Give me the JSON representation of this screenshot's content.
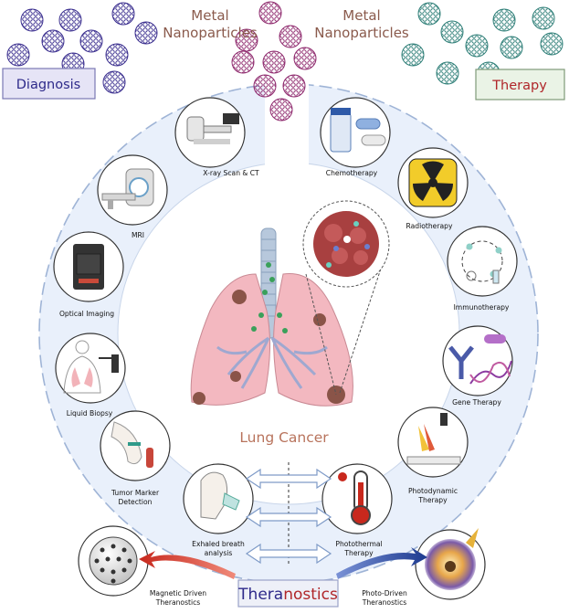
{
  "header": {
    "left_title_line1": "Metal",
    "left_title_line2": "Nanoparticles",
    "right_title_line1": "Metal",
    "right_title_line2": "Nanoparticles"
  },
  "boxes": {
    "diagnosis": "Diagnosis",
    "therapy": "Therapy"
  },
  "center": {
    "title": "Lung Cancer"
  },
  "diagnosis_items": [
    {
      "label": "X-ray Scan & CT"
    },
    {
      "label": "MRI"
    },
    {
      "label": "Optical Imaging"
    },
    {
      "label": "Liquid Biopsy"
    },
    {
      "label_line1": "Tumor Marker",
      "label_line2": "Detection"
    },
    {
      "label_line1": "Exhaled breath",
      "label_line2": "analysis"
    }
  ],
  "therapy_items": [
    {
      "label": "Chemotherapy"
    },
    {
      "label": "Radiotherapy"
    },
    {
      "label": "Immunotherapy"
    },
    {
      "label": "Gene Therapy"
    },
    {
      "label_line1": "Photodynamic",
      "label_line2": "Therapy"
    },
    {
      "label_line1": "Photothermal",
      "label_line2": "Therapy"
    }
  ],
  "theranostics": {
    "label_part1": "Thera",
    "label_part2": "nostics",
    "left_line1": "Magnetic Driven",
    "left_line2": "Theranostics",
    "right_line1": "Photo-Driven",
    "right_line2": "Theranostics"
  },
  "colors": {
    "diagnosis": "#2e2a8a",
    "therapy": "#b0262a",
    "left_np": "#3b2f8f",
    "mid_np": "#8f2a6e",
    "right_np": "#2f7f78",
    "ring": "#e9f0fb",
    "lung": "#f3b8c0"
  }
}
